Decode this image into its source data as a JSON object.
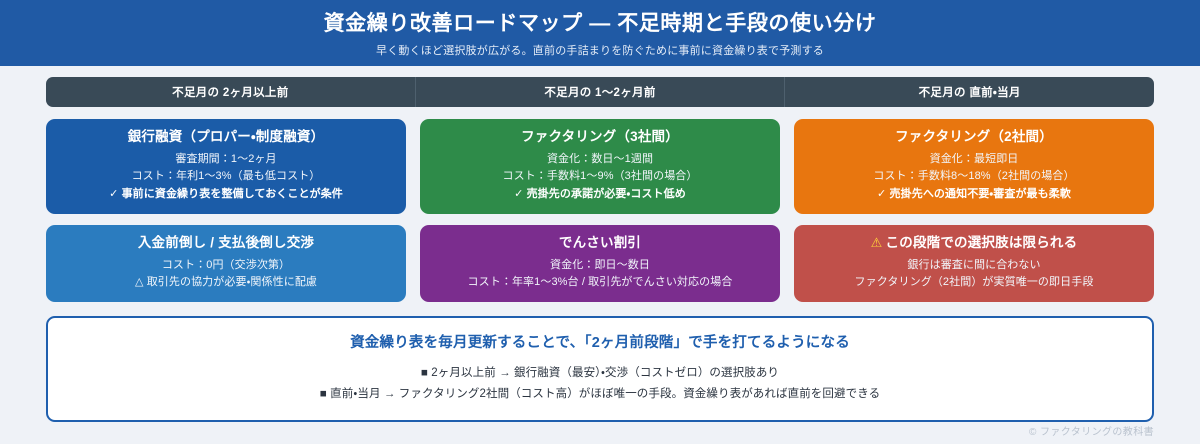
{
  "header": {
    "title": "資金繰り改善ロードマップ — 不足時期と手段の使い分け",
    "subtitle": "早く動くほど選択肢が広がる。直前の手詰まりを防ぐために事前に資金繰り表で予測する",
    "background_color": "#205aa5"
  },
  "stages": [
    {
      "label": "不足月の 2ヶ月以上前"
    },
    {
      "label": "不足月の 1〜2ヶ月前"
    },
    {
      "label": "不足月の 直前・当月"
    }
  ],
  "stage_header_color": "#394a57",
  "columns": [
    {
      "cards": [
        {
          "title": "銀行融資（プロパー・制度融資）",
          "color": "#1b5ca8",
          "lines": [
            "審査期間：1〜2ヶ月",
            "コスト：年利1〜3%（最も低コスト）"
          ],
          "note_icon": "check-icon",
          "note_glyph": "✓",
          "note": "事前に資金繰り表を整備しておくことが条件"
        },
        {
          "title": "入金前倒し / 支払後倒し交渉",
          "color": "#2b7cbf",
          "lines": [
            "コスト：0円（交渉次第）"
          ],
          "note_icon": "caution-triangle-icon",
          "note_glyph": "△",
          "note": "取引先の協力が必要・関係性に配慮"
        }
      ]
    },
    {
      "cards": [
        {
          "title": "ファクタリング（3社間）",
          "color": "#2e8b49",
          "lines": [
            "資金化：数日〜1週間",
            "コスト：手数料1〜9%（3社間の場合）"
          ],
          "note_icon": "check-icon",
          "note_glyph": "✓",
          "note": "売掛先の承諾が必要・コスト低め"
        },
        {
          "title": "でんさい割引",
          "color": "#7b2d8e",
          "lines": [
            "資金化：即日〜数日",
            "コスト：年率1〜3%台 / 取引先がでんさい対応の場合"
          ],
          "note_icon": "",
          "note_glyph": "",
          "note": ""
        }
      ]
    },
    {
      "cards": [
        {
          "title": "ファクタリング（2社間）",
          "color": "#e8760f",
          "lines": [
            "資金化：最短即日",
            "コスト：手数料8〜18%（2社間の場合）"
          ],
          "note_icon": "check-icon",
          "note_glyph": "✓",
          "note": "売掛先への通知不要・審査が最も柔軟"
        },
        {
          "title": "この段階での選択肢は限られる",
          "title_icon": "warning-icon",
          "title_glyph": "⚠",
          "color": "#c0504a",
          "lines": [
            "銀行は審査に間に合わない",
            "ファクタリング（2社間）が実質唯一の即日手段"
          ],
          "note_icon": "",
          "note_glyph": "",
          "note": ""
        }
      ]
    }
  ],
  "summary": {
    "title": "資金繰り表を毎月更新することで、「2ヶ月前段階」で手を打てるようになる",
    "border_color": "#1f5fae",
    "lines": [
      "■ 2ヶ月以上前 → 銀行融資（最安）・交渉（コストゼロ）の選択肢あり",
      "■ 直前・当月 → ファクタリング2社間（コスト高）がほぼ唯一の手段。資金繰り表があれば直前を回避できる"
    ]
  },
  "footer": {
    "credit": "© ファクタリングの教科書"
  }
}
